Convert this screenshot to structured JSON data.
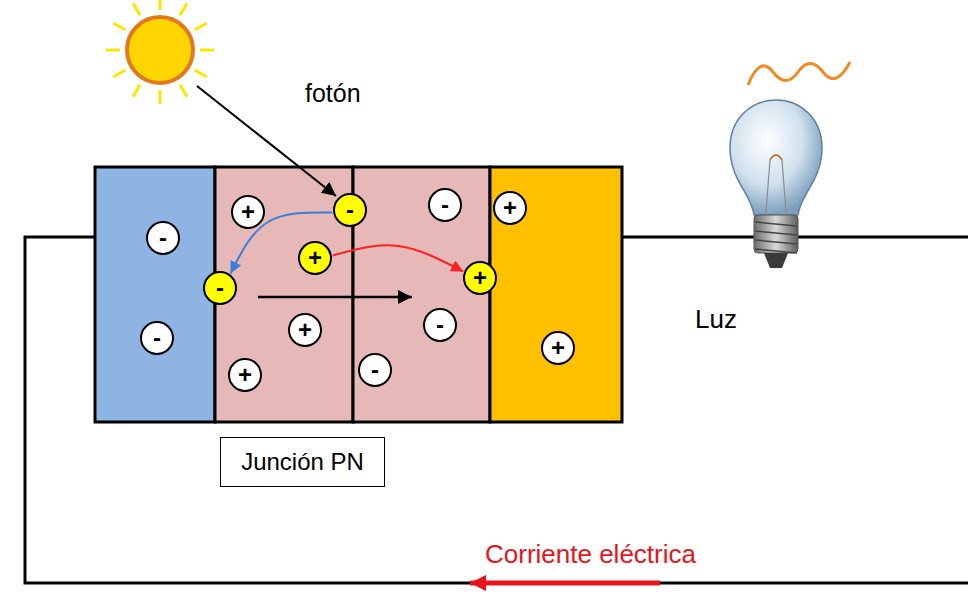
{
  "diagram": {
    "nodes": [
      {
        "text": [
          "+"
        ]
      },
      {
        "text": [
          "-"
        ]
      },
      {
        "text": [
          "-"
        ]
      },
      {
        "text": [
          "+"
        ]
      },
      {
        "text": [
          "-"
        ]
      },
      {
        "text": [
          "+"
        ]
      },
      {
        "text": [
          "-"
        ]
      },
      {
        "text": [
          "+"
        ]
      },
      {
        "text": [
          "-"
        ]
      },
      {
        "text": [
          "+"
        ]
      },
      {
        "text": [
          "-"
        ]
      },
      {
        "text": [
          "+"
        ]
      },
      {
        "text": [
          "-"
        ]
      },
      {
        "text": [
          "+"
        ]
      },
      {
        "text": [
          "Junción PN"
        ]
      }
    ],
    "edges": [
      {
        "from": 1,
        "to": 6,
        "arrow": "to"
      },
      {
        "from": 5,
        "to": 7,
        "arrow": "to"
      }
    ],
    "labels": [
      "fotón",
      "Luz",
      "Corriente eléctrica"
    ]
  }
}
